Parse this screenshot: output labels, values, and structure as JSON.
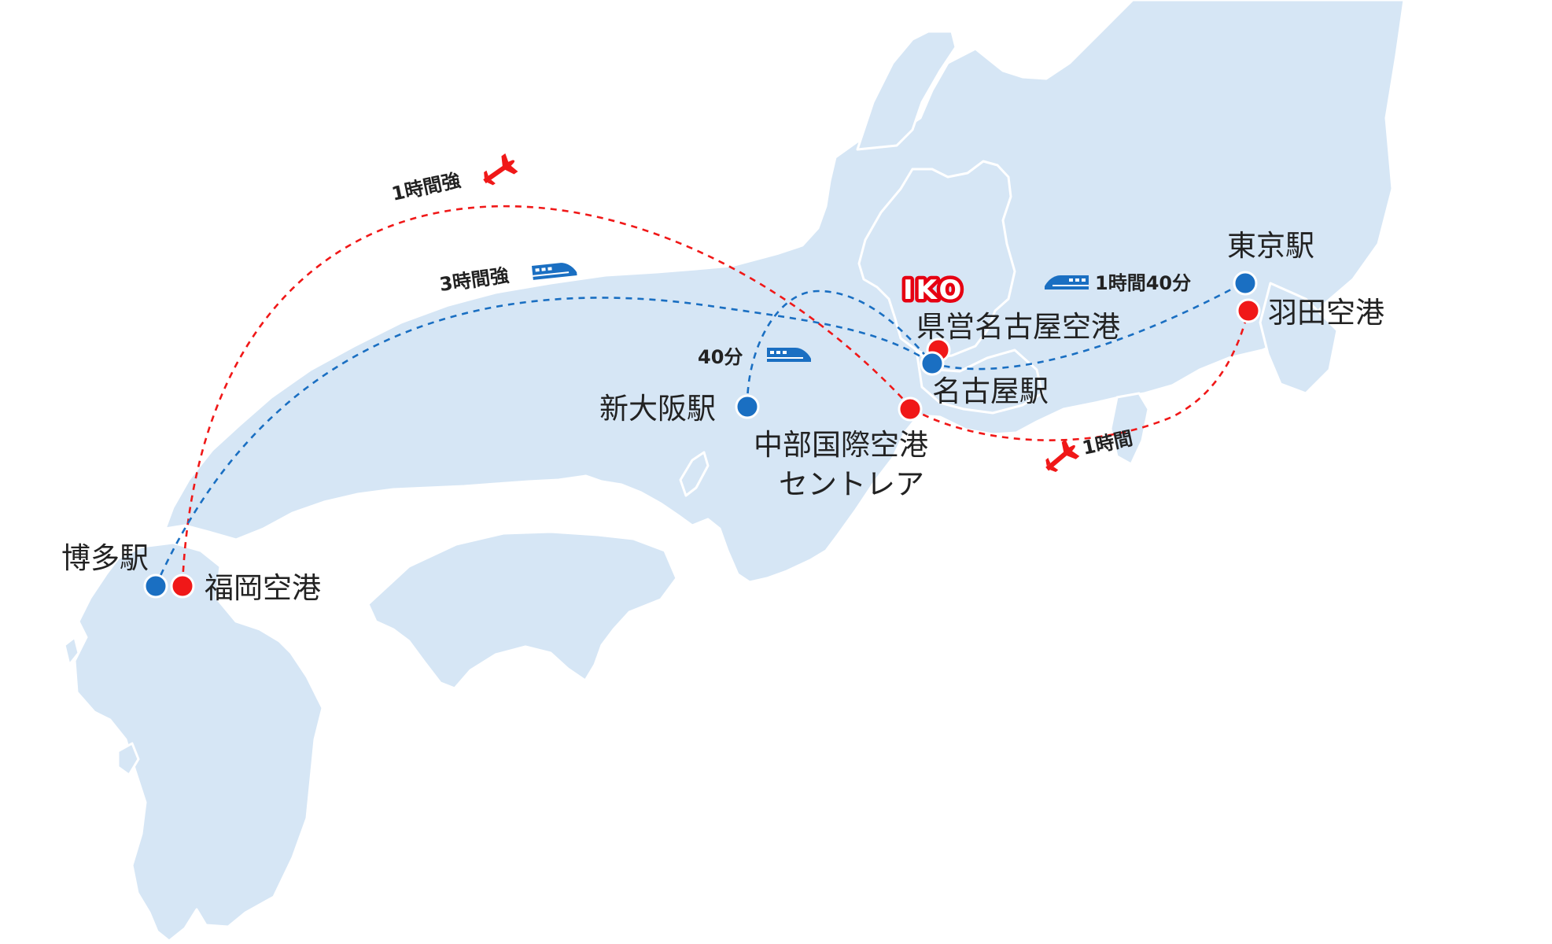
{
  "colors": {
    "land": "#d6e6f5",
    "rail": "#1a6fc2",
    "air": "#f01818",
    "logo": "#e60012",
    "text": "#222222"
  },
  "logo": {
    "text": "IKO"
  },
  "stations": {
    "hakata": "博多駅",
    "shin_osaka": "新大阪駅",
    "nagoya": "名古屋駅",
    "tokyo": "東京駅"
  },
  "airports": {
    "fukuoka": "福岡空港",
    "nagoya_pref": "県営名古屋空港",
    "chubu_line1": "中部国際空港",
    "chubu_line2": "セントレア",
    "haneda": "羽田空港"
  },
  "routes": {
    "fukuoka_air": {
      "time": "1時間強",
      "mode_icon": "airplane-icon"
    },
    "hakata_rail": {
      "time": "3時間強",
      "mode_icon": "shinkansen-icon"
    },
    "osaka_rail": {
      "time": "40分",
      "mode_icon": "shinkansen-icon"
    },
    "tokyo_rail": {
      "time": "1時間40分",
      "mode_icon": "shinkansen-icon"
    },
    "haneda_air": {
      "time": "1時間",
      "mode_icon": "airplane-icon"
    }
  }
}
